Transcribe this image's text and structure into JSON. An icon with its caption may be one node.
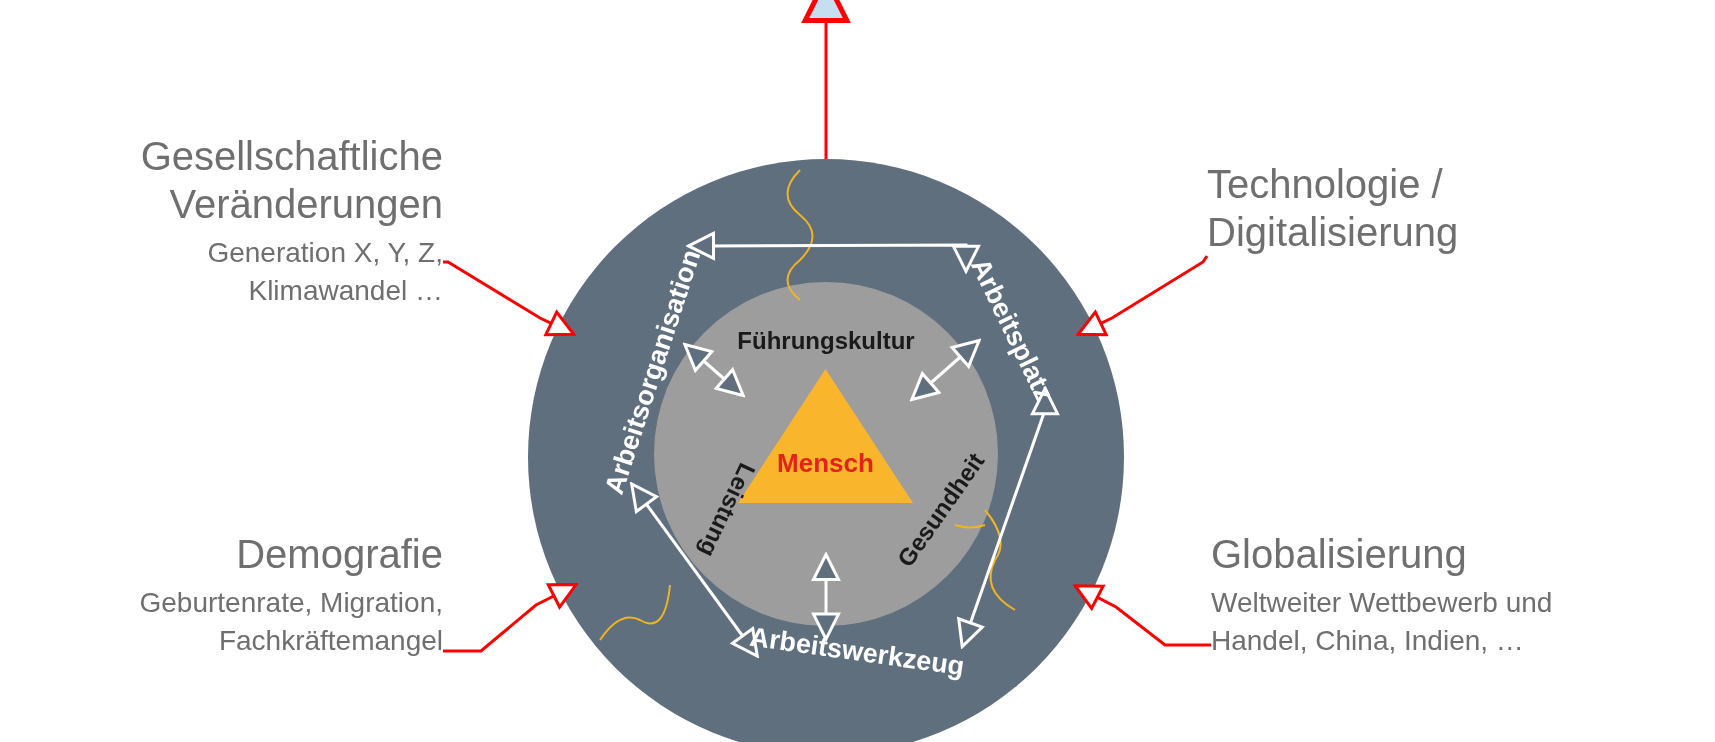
{
  "diagram": {
    "nodes": [
      {
        "text": [],
        "shape": "circle"
      },
      {
        "text": [
          "Arbeitsorganisation"
        ],
        "in": 0
      },
      {
        "text": [
          "Arbeitsplatz"
        ],
        "in": 0
      },
      {
        "text": [
          "Arbeitswerkzeug"
        ],
        "in": 0
      },
      {
        "text": [
          "Führungskultur",
          "Leistung",
          "Gesundheit"
        ],
        "in": 0
      },
      {
        "text": [
          "Mensch"
        ],
        "in": 4
      },
      {
        "text": [
          "Gesellschaftliche Veränderungen",
          "Generation X, Y, Z, Klimawandel …"
        ]
      },
      {
        "text": [
          "Technologie / Digitalisierung"
        ]
      },
      {
        "text": [
          "Demografie",
          "Geburtenrate, Migration, Fachkräftemangel"
        ]
      },
      {
        "text": [
          "Globalisierung",
          "Weltweiter Wettbewerb und Handel, China, Indien, …"
        ]
      }
    ],
    "edges": [
      {
        "from": 6,
        "to": 0,
        "arrow": "to",
        "color": "#ff0000"
      },
      {
        "from": 7,
        "to": 0,
        "arrow": "to",
        "color": "#ff0000"
      },
      {
        "from": 8,
        "to": 0,
        "arrow": "to",
        "color": "#ff0000"
      },
      {
        "from": 9,
        "to": 0,
        "arrow": "to",
        "color": "#ff0000"
      },
      {
        "from": 0,
        "to": null,
        "arrow": "to",
        "color": "#ff0000"
      },
      {
        "from": 1,
        "to": 2,
        "arrow": "both"
      },
      {
        "from": 1,
        "to": 3,
        "arrow": "both"
      },
      {
        "from": 2,
        "to": 3,
        "arrow": "both"
      },
      {
        "from": 1,
        "to": 4,
        "arrow": "both"
      },
      {
        "from": 2,
        "to": 4,
        "arrow": "both"
      },
      {
        "from": 3,
        "to": 4,
        "arrow": "both"
      }
    ]
  }
}
